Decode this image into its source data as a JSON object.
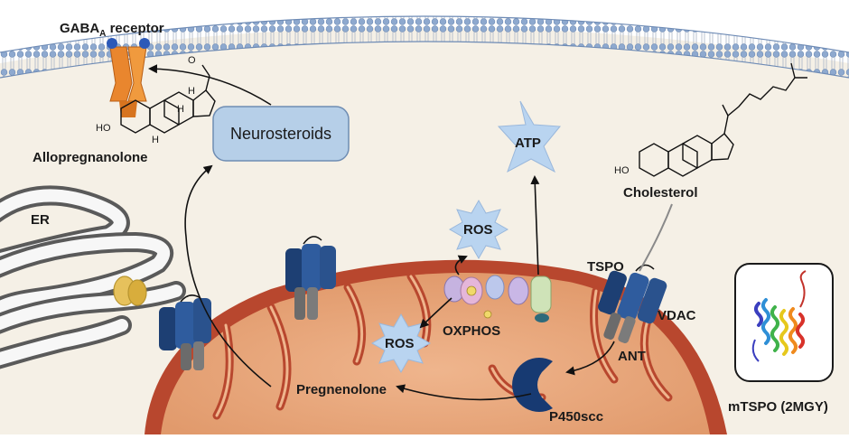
{
  "labels": {
    "gaba_main": "GABA",
    "gaba_sub": "A",
    "gaba_suffix": " receptor",
    "allopregnanolone": "Allopregnanolone",
    "neurosteroids": "Neurosteroids",
    "atp": "ATP",
    "cholesterol": "Cholesterol",
    "er": "ER",
    "ros_top": "ROS",
    "ros_bottom": "ROS",
    "oxphos": "OXPHOS",
    "tspo": "TSPO",
    "vdac": "VDAC",
    "ant": "ANT",
    "pregnenolone": "Pregnenolone",
    "p450scc": "P450scc",
    "mtspo": "mTSPO (2MGY)",
    "ho_allo": "HO",
    "ho_chol": "HO",
    "h_a": "H",
    "h_b": "H",
    "h_c": "H",
    "keto_o": "O"
  },
  "colors": {
    "membrane_head": "#8ea9cf",
    "membrane_tail": "#d9dde6",
    "cytoplasm": "#f5f0e6",
    "mito_outer": "#b8472e",
    "mito_matrix": "#e8a57c",
    "er": "#5c5c5c",
    "tspo_blue": "#2f5c9e",
    "tspo_dark": "#1d3f73",
    "gaba_orange": "#e9862e",
    "gaba_cap": "#2c59b8",
    "neuro_box": "#b6cfe8",
    "star": "#b9d4f0"
  }
}
